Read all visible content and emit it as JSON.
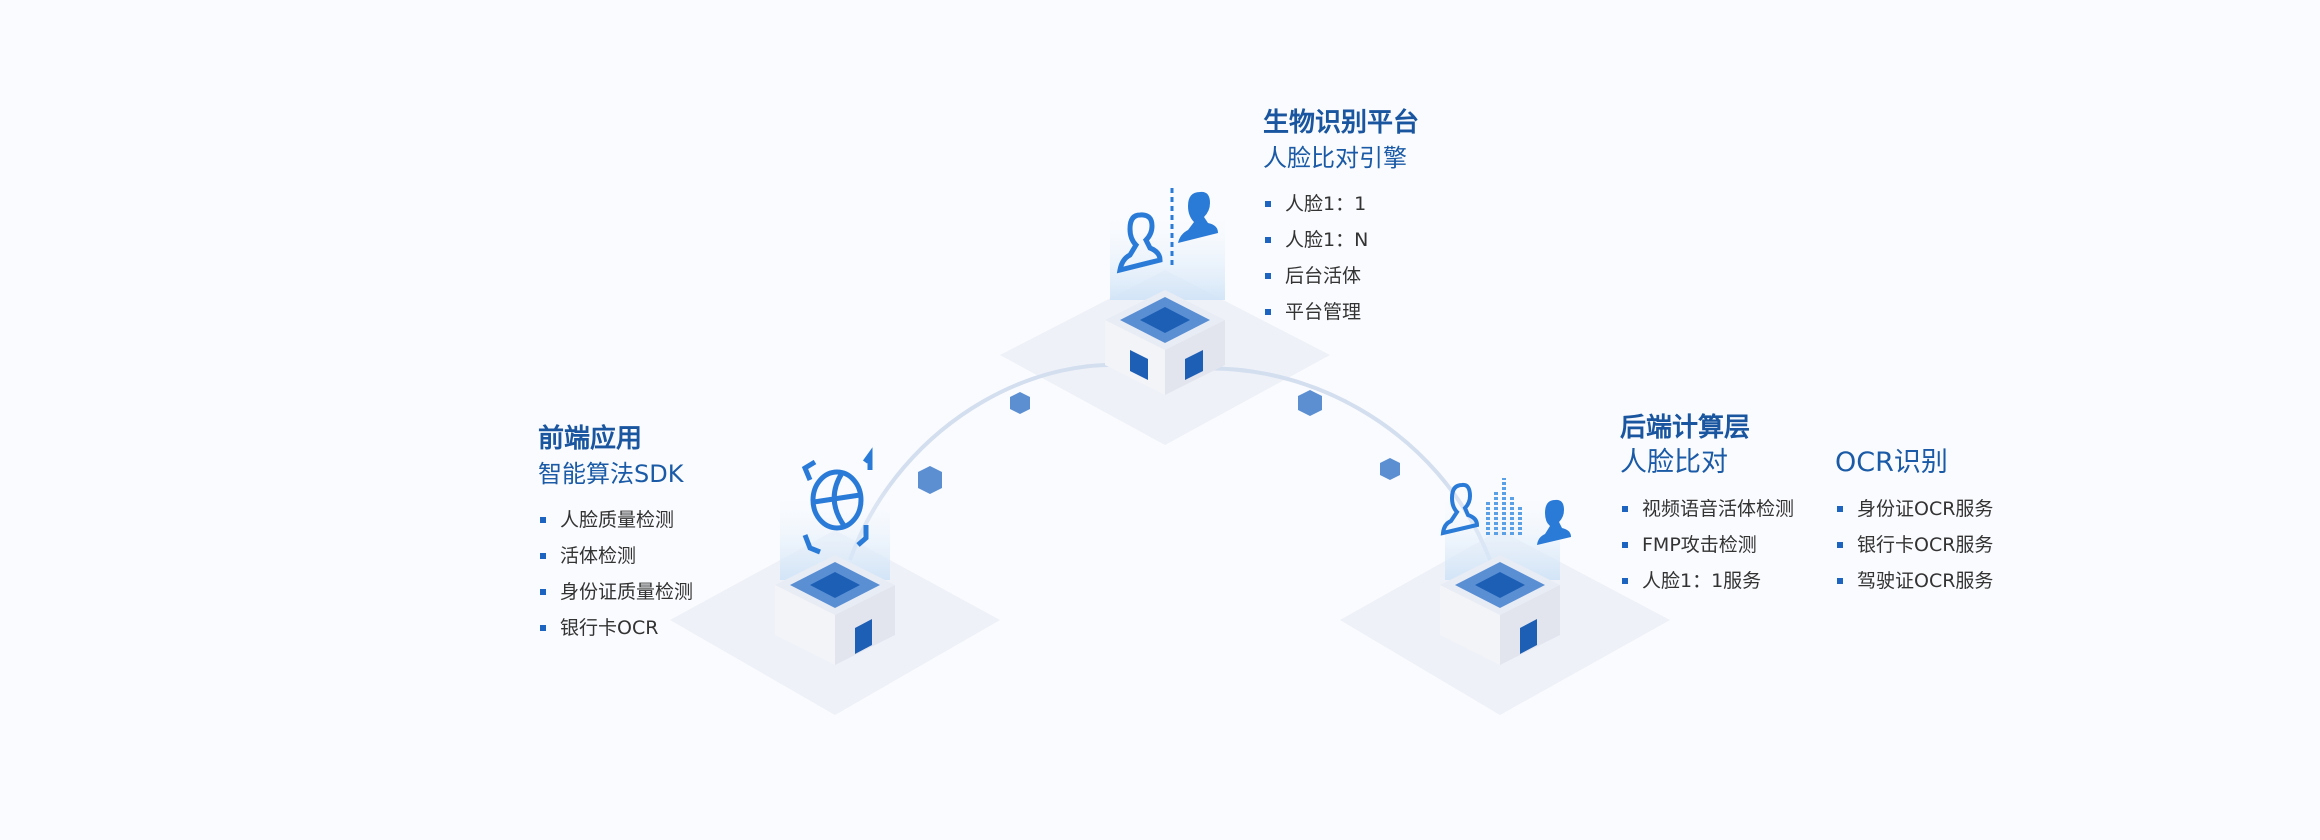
{
  "colors": {
    "accent": "#1a56a0",
    "bullet": "#1d64c0",
    "text": "#333333"
  },
  "frontend": {
    "title": "前端应用",
    "subtitle": "智能算法SDK",
    "items": [
      "人脸质量检测",
      "活体检测",
      "身份证质量检测",
      "银行卡OCR"
    ],
    "icon": "face-scan-icon"
  },
  "platform": {
    "title": "生物识别平台",
    "subtitle": "人脸比对引擎",
    "items": [
      "人脸1：1",
      "人脸1：N",
      "后台活体",
      "平台管理"
    ],
    "icon": "face-compare-icon"
  },
  "backend": {
    "title": "后端计算层",
    "columns": [
      {
        "subtitle": "人脸比对",
        "items": [
          "视频语音活体检测",
          "FMP攻击检测",
          "人脸1：1服务"
        ]
      },
      {
        "subtitle": "OCR识别",
        "items": [
          "身份证OCR服务",
          "银行卡OCR服务",
          "驾驶证OCR服务"
        ]
      }
    ],
    "icon": "face-analysis-icon"
  }
}
